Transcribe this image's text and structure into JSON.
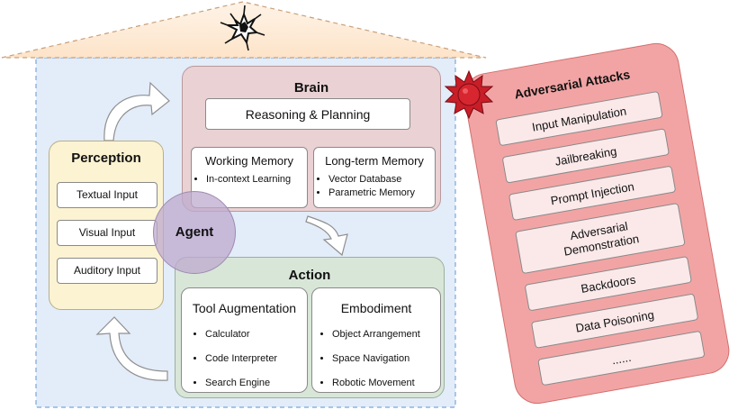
{
  "perception": {
    "title": "Perception",
    "items": [
      "Textual Input",
      "Visual Input",
      "Auditory Input"
    ]
  },
  "brain": {
    "title": "Brain",
    "reasoning": "Reasoning & Planning",
    "working_memory": {
      "title": "Working Memory",
      "items": [
        "In-context Learning"
      ]
    },
    "long_term_memory": {
      "title": "Long-term Memory",
      "items": [
        "Vector Database",
        "Parametric Memory"
      ]
    }
  },
  "agent": {
    "label": "Agent"
  },
  "action": {
    "title": "Action",
    "tool_augmentation": {
      "title": "Tool Augmentation",
      "items": [
        "Calculator",
        "Code Interpreter",
        "Search Engine"
      ]
    },
    "embodiment": {
      "title": "Embodiment",
      "items": [
        "Object Arrangement",
        "Space Navigation",
        "Robotic Movement"
      ]
    }
  },
  "adversarial": {
    "title": "Adversarial Attacks",
    "items": [
      "Input Manipulation",
      "Jailbreaking",
      "Prompt Injection",
      "Adversarial Demonstration",
      "Backdoors",
      "Data Poisoning",
      "......"
    ]
  },
  "colors": {
    "house_roof": "#fdebd6",
    "house_body": "#e3ecf9",
    "perception": "#fbf3d2",
    "brain": "#ead1d3",
    "action": "#d8e6d8",
    "agent": "#beaacd",
    "attacks": "#f2a4a4",
    "virus": "#c81e28"
  },
  "icons": [
    "crack-icon",
    "virus-icon"
  ]
}
